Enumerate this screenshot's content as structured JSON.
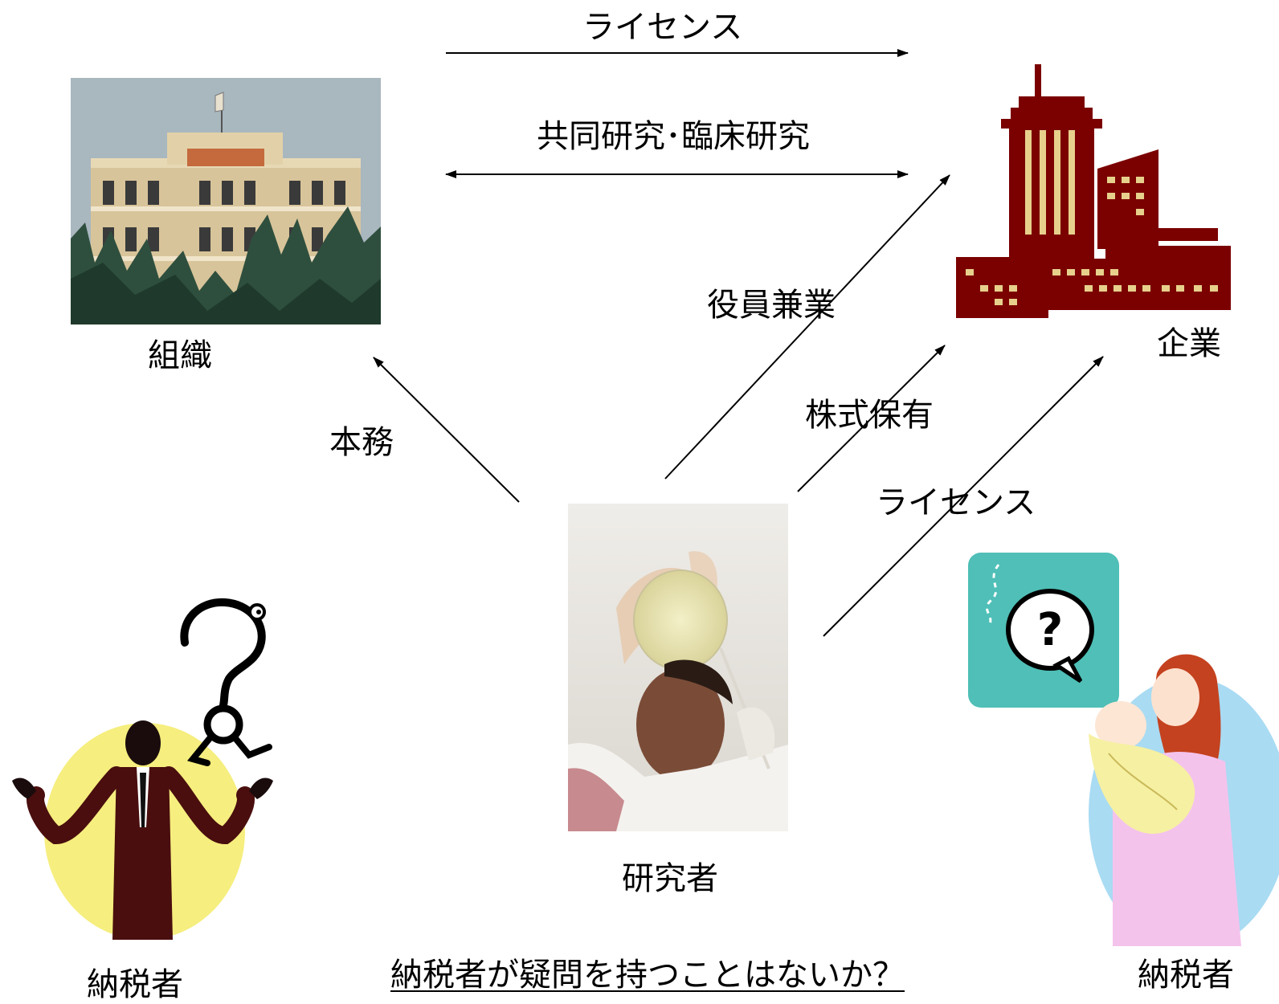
{
  "nodes": {
    "organization": "組織",
    "company": "企業",
    "researcher": "研究者",
    "taxpayer_left": "納税者",
    "taxpayer_right": "納税者"
  },
  "edges": {
    "top_license": "ライセンス",
    "joint_research": "共同研究･臨床研究",
    "main_duty": "本務",
    "officer_side_job": "役員兼業",
    "shareholding": "株式保有",
    "license_researcher": "ライセンス"
  },
  "question": "納税者が疑問を持つことはないか？"
}
